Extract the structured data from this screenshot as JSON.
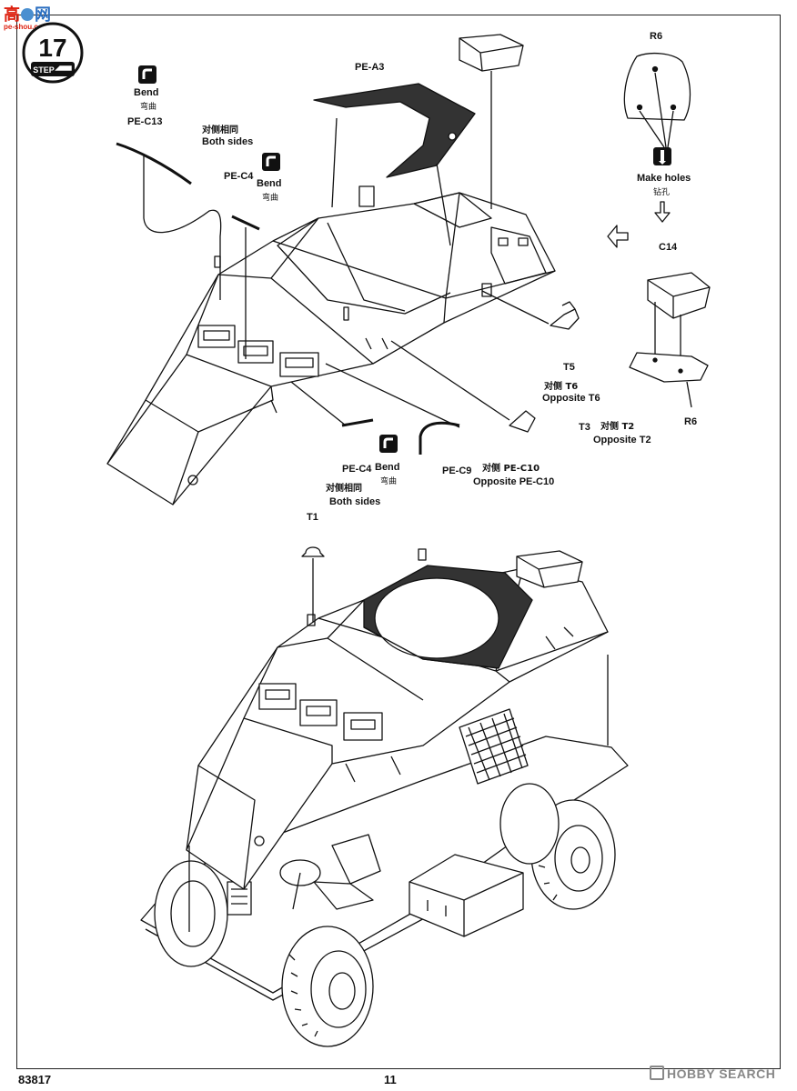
{
  "watermark_top": {
    "cn": "高",
    "text": "网",
    "url": "pe-shou.com"
  },
  "step": {
    "number": "17",
    "label": "STEP"
  },
  "labels": {
    "bend_en_1": "Bend",
    "bend_cn_1": "弯曲",
    "pe_c13": "PE-C13",
    "both_sides_cn_1": "对侧相同",
    "both_sides_en_1": "Both sides",
    "pe_c4_top": "PE-C4",
    "bend_en_2": "Bend",
    "bend_cn_2": "弯曲",
    "pe_a3": "PE-A3",
    "r6_top": "R6",
    "make_holes_en": "Make holes",
    "make_holes_cn": "钻孔",
    "c14": "C14",
    "r6_bottom": "R6",
    "t5": "T5",
    "opp_t6_cn": "对侧 T6",
    "opp_t6_en": "Opposite T6",
    "t3": "T3",
    "opp_t2_cn": "对侧 T2",
    "opp_t2_en": "Opposite T2",
    "pe_c4_bottom": "PE-C4",
    "bend_en_3": "Bend",
    "bend_cn_3": "弯曲",
    "both_sides_cn_2": "对侧相同",
    "both_sides_en_2": "Both sides",
    "pe_c9": "PE-C9",
    "opp_pec10_cn": "对侧 PE-C10",
    "opp_pec10_en": "Opposite  PE-C10",
    "t1": "T1"
  },
  "footer": {
    "code": "83817",
    "page": "11",
    "brand": "HOBBY SEARCH"
  }
}
